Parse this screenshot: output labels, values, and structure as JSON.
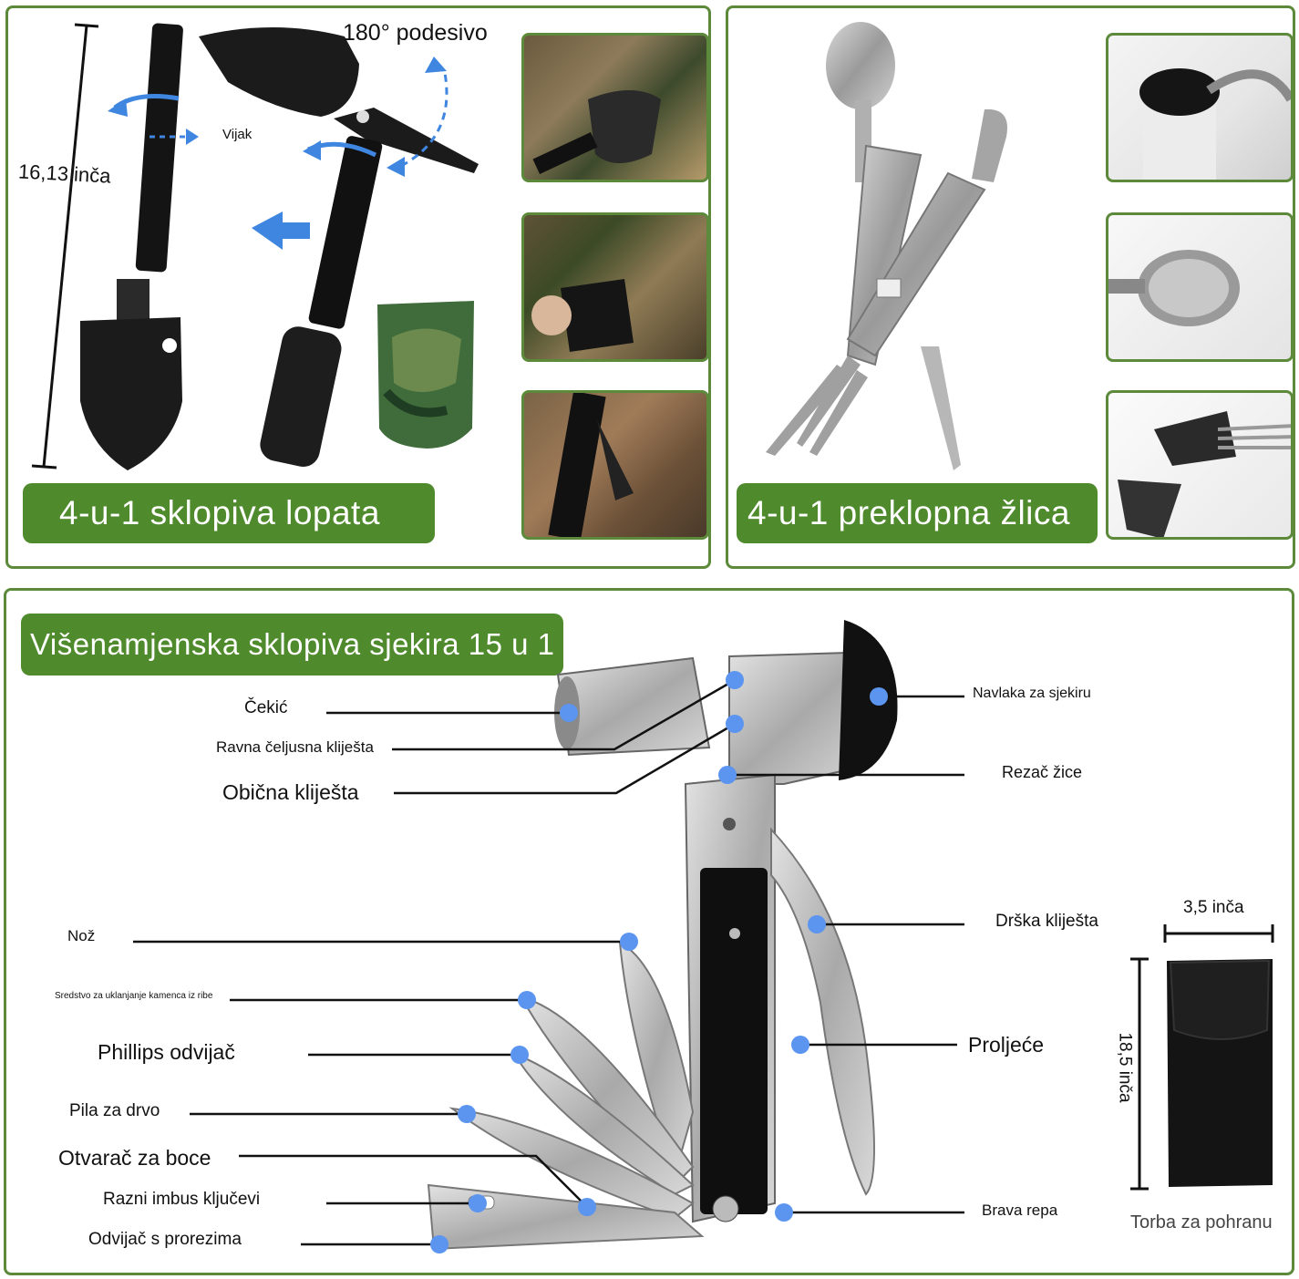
{
  "panels": {
    "shovel": {
      "banner": "4-u-1 sklopiva lopata",
      "dimension": "16,13 inča",
      "adjustable": "180° podesivo",
      "screw": "Vijak"
    },
    "spoon": {
      "banner": "4-u-1 preklopna žlica"
    },
    "axe": {
      "banner": "Višenamjenska sklopiva sjekira 15 u 1",
      "labels_left": [
        "Čekić",
        "Ravna čeljusna kliješta",
        "Obična kliješta",
        "Nož",
        "Sredstvo za uklanjanje kamenca iz ribe",
        "Phillips odvijač",
        "Pila za drvo",
        "Otvarač za boce",
        "Razni imbus ključevi",
        "Odvijač s prorezima"
      ],
      "labels_right": [
        "Navlaka za sjekiru",
        "Rezač žice",
        "Drška kliješta",
        "Proljeće",
        "Brava repa"
      ],
      "pouch": {
        "width": "3,5 inča",
        "height": "18,5 inča",
        "caption": "Torba za pohranu"
      }
    }
  },
  "colors": {
    "accent_green": "#4f8a2c",
    "border_green": "#5d8a3a",
    "marker_blue": "#5b95f0",
    "arrow_blue": "#3f86e0"
  }
}
